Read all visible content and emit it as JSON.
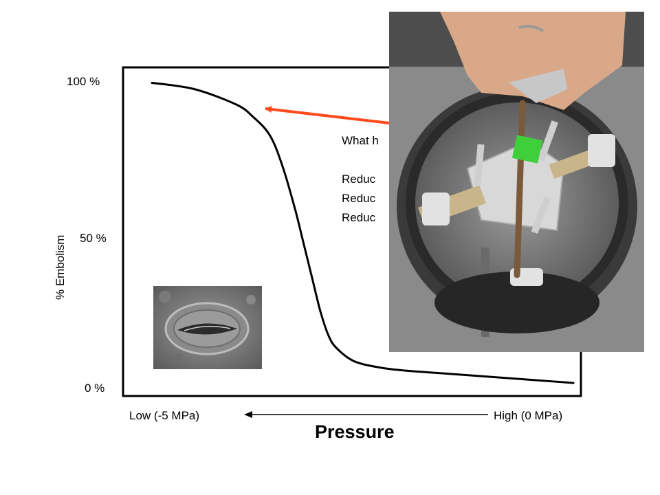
{
  "chart_data": {
    "type": "line",
    "title": "",
    "xlabel": "Pressure",
    "ylabel": "% Embolism",
    "x_axis": {
      "low_label": "Low (-5 MPa)",
      "high_label": "High (0 MPa)",
      "direction": "decreasing toward left",
      "range": [
        -5,
        0
      ]
    },
    "y_ticks": [
      "100 %",
      "50 %",
      "0 %"
    ],
    "ylim": [
      0,
      100
    ],
    "grid": false,
    "series": [
      {
        "x": [
          -5.0,
          -4.5,
          -4.0,
          -3.8,
          -3.6,
          -3.45,
          -3.3,
          -3.2,
          -3.1,
          -3.0,
          -2.9,
          -2.8,
          -2.6,
          -2.3,
          -2.0,
          -1.5,
          -1.0,
          -0.5,
          0.0
        ],
        "y": [
          99,
          97,
          92,
          88,
          82,
          72,
          58,
          47,
          36,
          25,
          17,
          13,
          9,
          7,
          6,
          5,
          4,
          3,
          2
        ],
        "color": "#000000"
      }
    ],
    "annotations": {
      "arrow_color": "#ff4a1c",
      "text_lines": [
        "What h",
        "",
        "Reduc",
        "Reduc",
        "Reduc"
      ]
    },
    "images": [
      {
        "icon": "sem-stomata-micrograph"
      },
      {
        "icon": "centrifuge-rotor-photo"
      }
    ]
  }
}
